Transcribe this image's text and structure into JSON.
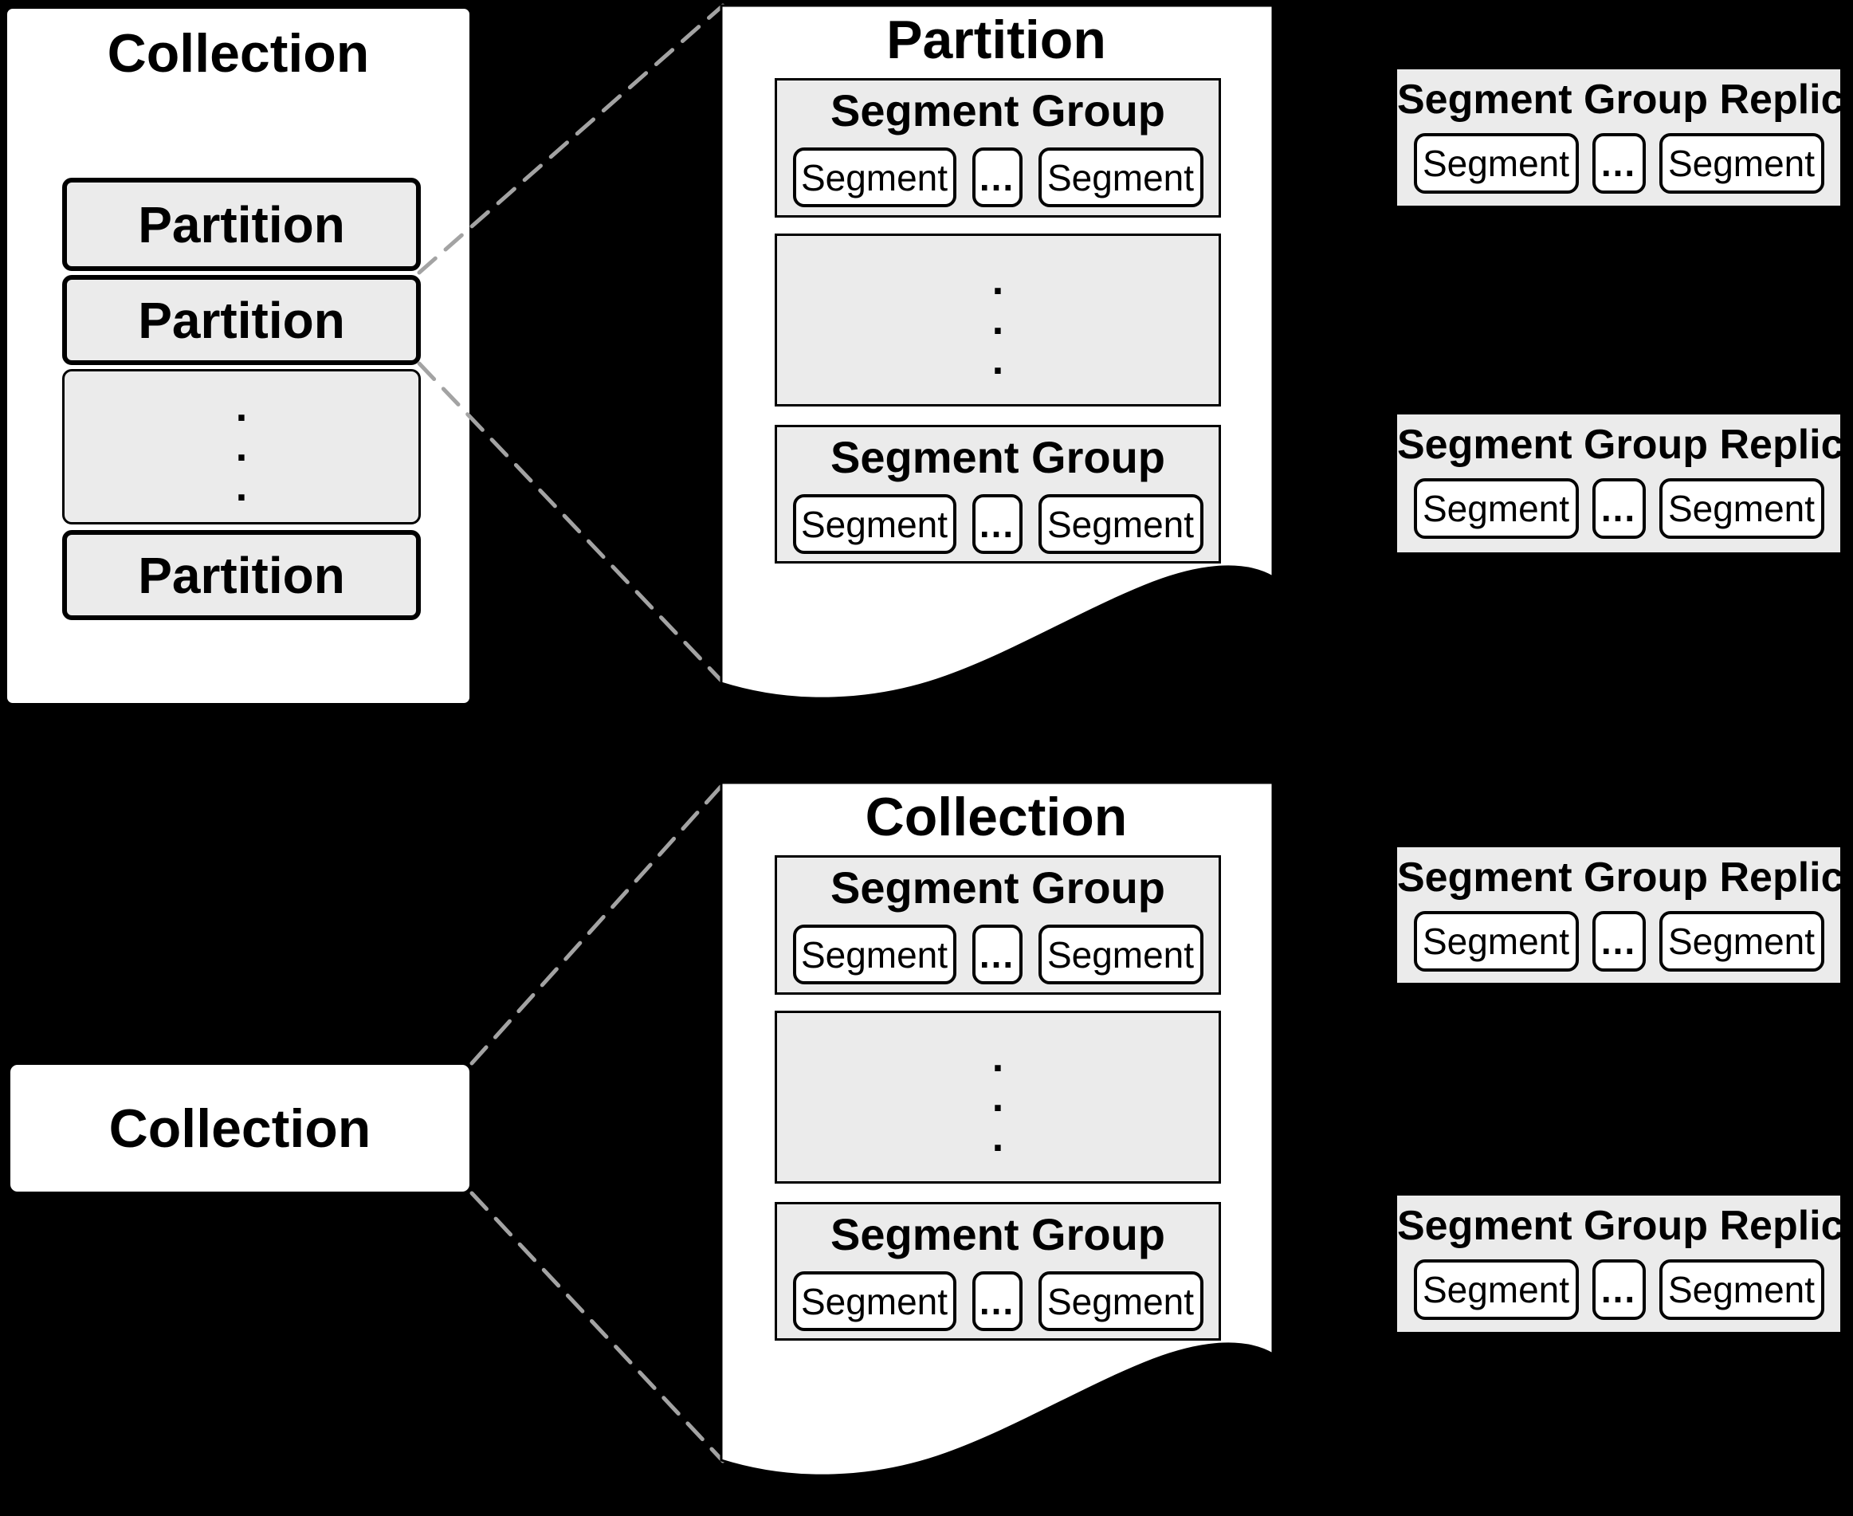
{
  "colors": {
    "background": "#000000",
    "page_fill": "#ffffff",
    "box_fill": "#ebebeb",
    "border": "#000000",
    "connector": "#a3a3a3"
  },
  "overview_collection": {
    "title": "Collection",
    "partitions": [
      "Partition",
      "Partition",
      "Partition"
    ],
    "dots": [
      ".",
      ".",
      "."
    ]
  },
  "partition_page": {
    "title": "Partition",
    "groups": [
      {
        "title": "Segment Group",
        "segments": [
          "Segment",
          "Segment"
        ],
        "ellipsis": "..."
      },
      {
        "title": "Segment Group",
        "segments": [
          "Segment",
          "Segment"
        ],
        "ellipsis": "..."
      }
    ],
    "dots": [
      ".",
      ".",
      "."
    ]
  },
  "collection_page": {
    "title": "Collection",
    "groups": [
      {
        "title": "Segment Group",
        "segments": [
          "Segment",
          "Segment"
        ],
        "ellipsis": "..."
      },
      {
        "title": "Segment Group",
        "segments": [
          "Segment",
          "Segment"
        ],
        "ellipsis": "..."
      }
    ],
    "dots": [
      ".",
      ".",
      "."
    ]
  },
  "collection_label_box": {
    "title": "Collection"
  },
  "replicas": [
    {
      "title": "Segment Group Replica",
      "segments": [
        "Segment",
        "Segment"
      ],
      "ellipsis": "..."
    },
    {
      "title": "Segment Group Replica",
      "segments": [
        "Segment",
        "Segment"
      ],
      "ellipsis": "..."
    },
    {
      "title": "Segment Group Replica",
      "segments": [
        "Segment",
        "Segment"
      ],
      "ellipsis": "..."
    },
    {
      "title": "Segment Group Replica",
      "segments": [
        "Segment",
        "Segment"
      ],
      "ellipsis": "..."
    }
  ]
}
